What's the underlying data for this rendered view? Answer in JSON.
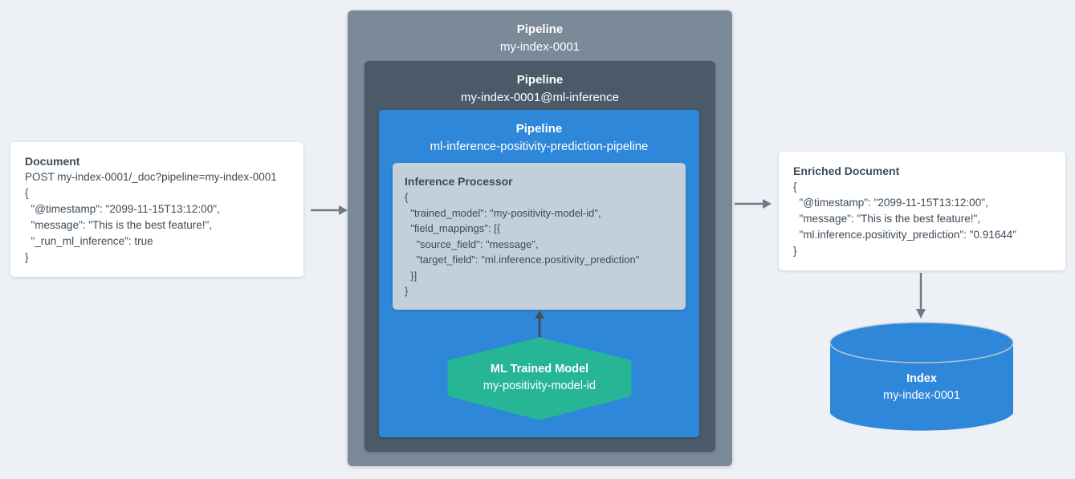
{
  "document_card": {
    "title": "Document",
    "lines": [
      "POST my-index-0001/_doc?pipeline=my-index-0001",
      "{",
      "  \"@timestamp\": \"2099-11-15T13:12:00\",",
      "  \"message\": \"This is the best feature!\",",
      "  \"_run_ml_inference\": true",
      "}"
    ]
  },
  "outer_pipeline": {
    "label": "Pipeline",
    "name": "my-index-0001"
  },
  "ml_inference_pipeline": {
    "label": "Pipeline",
    "name": "my-index-0001@ml-inference"
  },
  "prediction_pipeline": {
    "label": "Pipeline",
    "name": "ml-inference-positivity-prediction-pipeline"
  },
  "inference_processor": {
    "title": "Inference Processor",
    "lines": [
      "{",
      "  \"trained_model\": \"my-positivity-model-id\",",
      "  \"field_mappings\": [{",
      "    \"source_field\": \"message\",",
      "    \"target_field\": \"ml.inference.positivity_prediction\"",
      "  }]",
      "}"
    ]
  },
  "trained_model": {
    "title": "ML Trained Model",
    "name": "my-positivity-model-id"
  },
  "enriched_card": {
    "title": "Enriched Document",
    "lines": [
      "{",
      "  \"@timestamp\": \"2099-11-15T13:12:00\",",
      "  \"message\": \"This is the best feature!\",",
      "  \"ml.inference.positivity_prediction\": \"0.91644\"",
      "}"
    ]
  },
  "index": {
    "title": "Index",
    "name": "my-index-0001"
  },
  "colors": {
    "page_background": "#edf1f5",
    "card_background": "#ffffff",
    "card_text": "#3d4c59",
    "outer_pipeline": "#7b8999",
    "mid_pipeline": "#4b5a68",
    "blue_pipeline": "#2e87d9",
    "processor_background": "#c3cfd9",
    "model_hexagon": "#26b696",
    "index_cylinder": "#2e87d9",
    "arrow_gray": "#6e7b88",
    "arrow_dark": "#474e55"
  }
}
